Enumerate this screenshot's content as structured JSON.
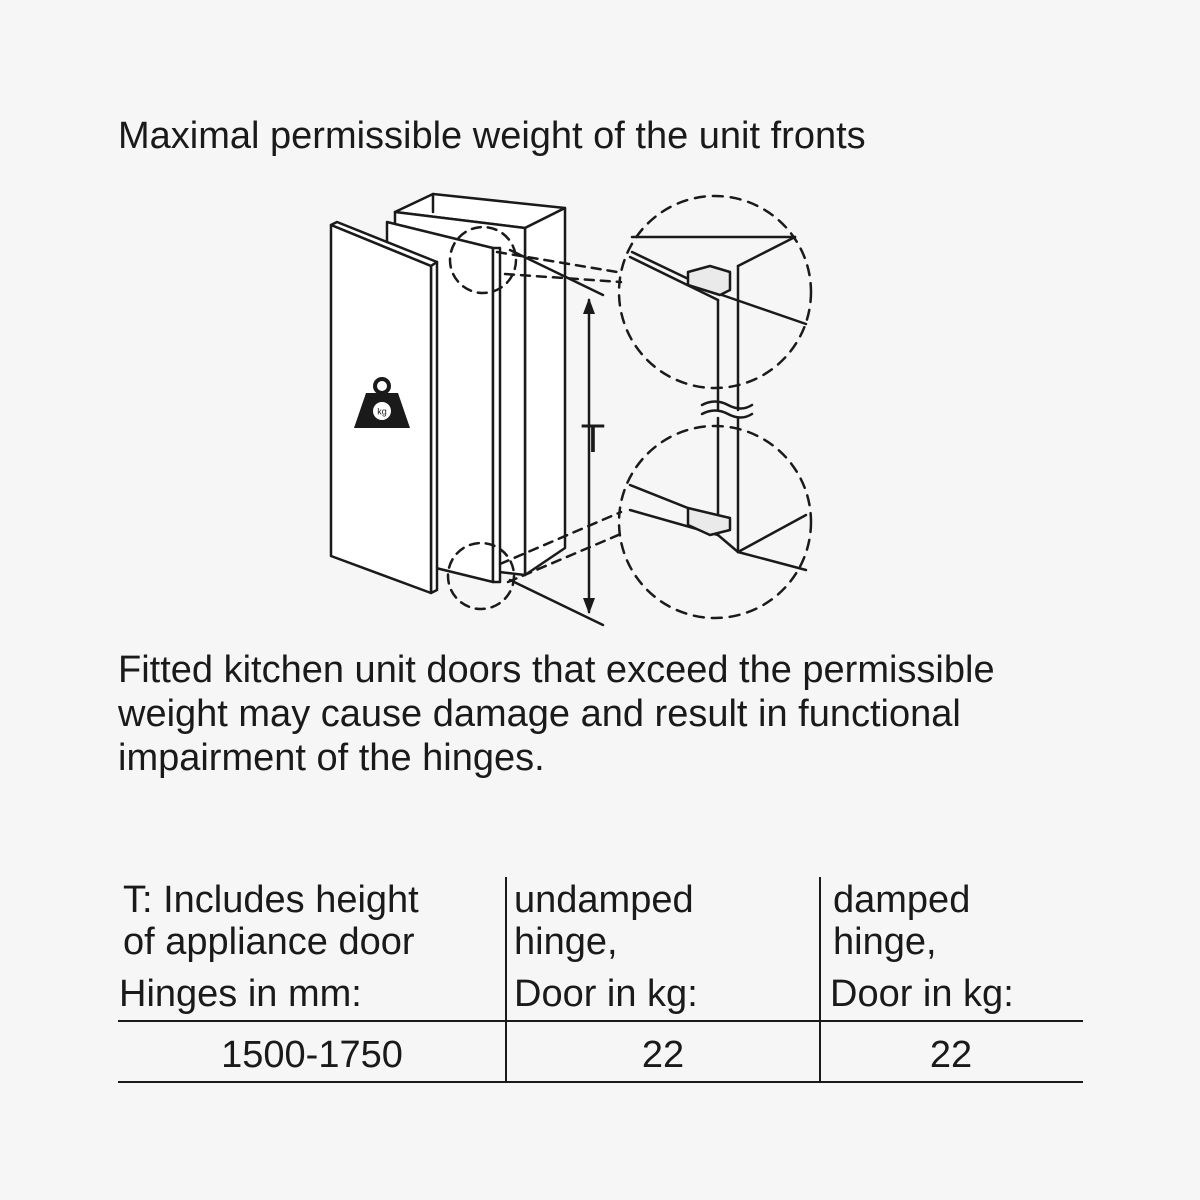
{
  "title": "Maximal permissible weight of the unit fronts",
  "diagram": {
    "weight_label": "kg",
    "dimension_label": "T"
  },
  "warning": {
    "line1": "Fitted kitchen unit doors that exceed the permissible",
    "line2": "weight may cause damage and result in functional",
    "line3": "impairment of the hinges."
  },
  "table": {
    "header": {
      "col1": [
        "T: Includes height",
        "of appliance door",
        "Hinges in mm:"
      ],
      "col2": [
        "undamped",
        "hinge,",
        "Door in kg:"
      ],
      "col3": [
        "damped",
        "hinge,",
        "Door in kg:"
      ]
    },
    "rows": [
      {
        "hinges_mm": "1500-1750",
        "undamped_kg": "22",
        "damped_kg": "22"
      }
    ]
  }
}
